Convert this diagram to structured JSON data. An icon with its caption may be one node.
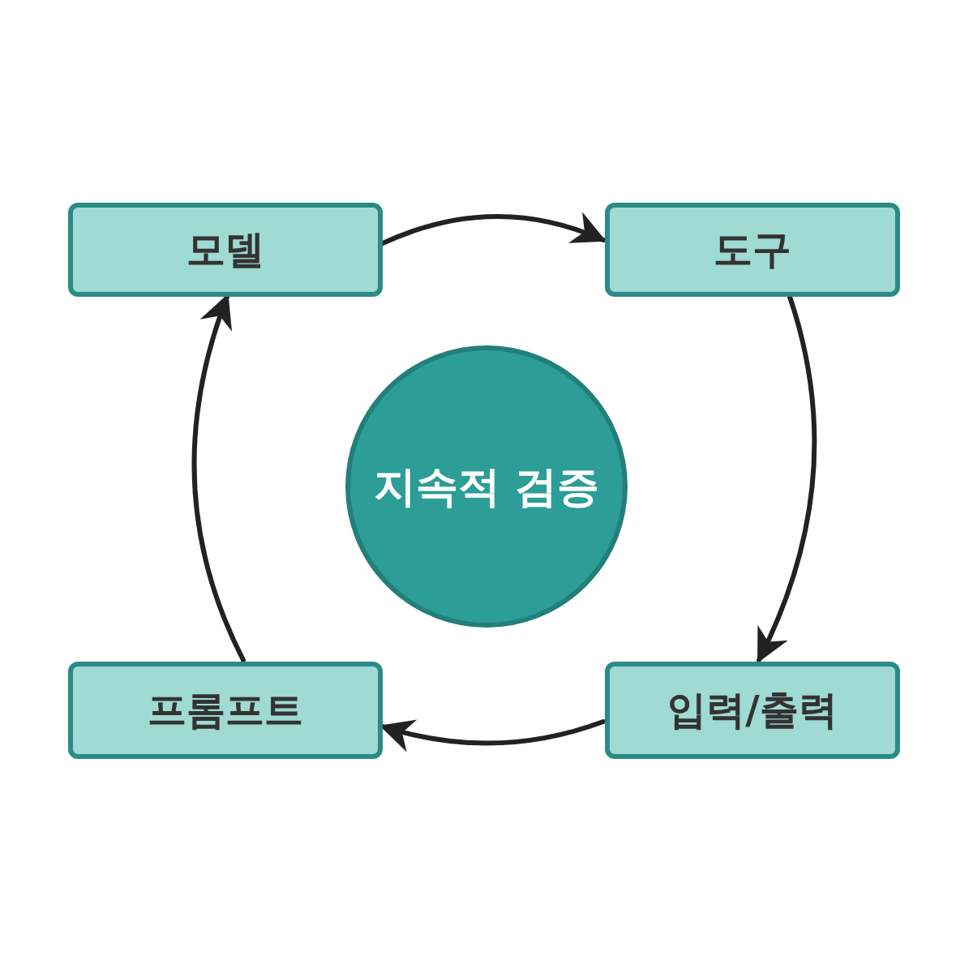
{
  "diagram": {
    "nodes": [
      {
        "text": [
          "모델"
        ]
      },
      {
        "text": [
          "도구"
        ]
      },
      {
        "text": [
          "지속적 검증"
        ]
      },
      {
        "text": [
          "프롬프트"
        ]
      },
      {
        "text": [
          "입력/출력"
        ]
      }
    ],
    "edges": [
      {
        "from": 0,
        "to": 1,
        "arrow": "to"
      },
      {
        "from": 1,
        "to": 4,
        "arrow": "to"
      },
      {
        "from": 4,
        "to": 3,
        "arrow": "to"
      },
      {
        "from": 3,
        "to": 0,
        "arrow": "to"
      }
    ]
  }
}
